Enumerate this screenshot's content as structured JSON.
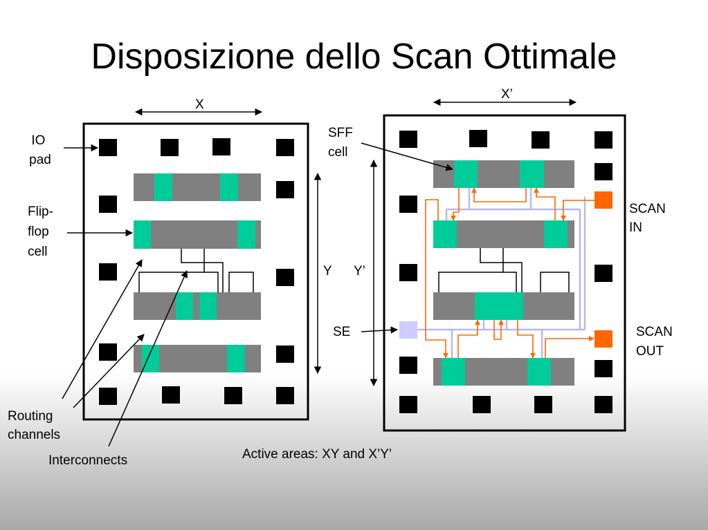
{
  "title": "Disposizione dello Scan Ottimale",
  "labels": {
    "x": "X",
    "x_prime": "X’",
    "y": "Y",
    "y_prime": "Y’",
    "io_pad": [
      "IO",
      "pad"
    ],
    "flip_flop": [
      "Flip-",
      "flop",
      "cell"
    ],
    "routing": [
      "Routing",
      "channels"
    ],
    "interconnects": "Interconnects",
    "sff": [
      "SFF",
      "cell"
    ],
    "scan_in": [
      "SCAN",
      "IN"
    ],
    "scan_out": [
      "SCAN",
      "OUT"
    ],
    "se": "SE",
    "active_areas": "Active areas: XY and X’Y’"
  },
  "colors": {
    "cell": "#808080",
    "flipflop": "#00cc99",
    "pad": "#000000",
    "scan_pad": "#ff6600",
    "scan_wire": "#ff6600",
    "se_pad": "#ccccff",
    "se_wire": "#b8b8ee",
    "frame": "#000000"
  }
}
